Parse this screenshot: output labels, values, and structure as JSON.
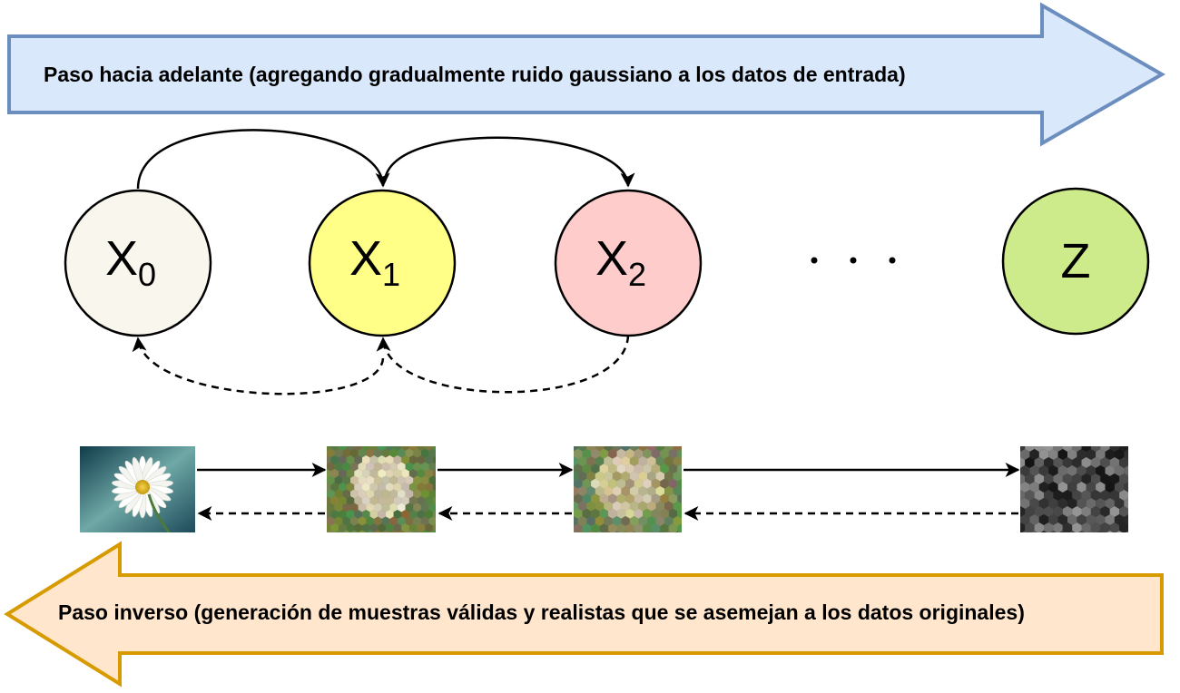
{
  "forward_banner": {
    "text": "Paso hacia adelante (agregando gradualmente ruido gaussiano a los datos de entrada)",
    "fill_color": "#dae8fc",
    "stroke_color": "#6c8ebf"
  },
  "reverse_banner": {
    "text": "Paso inverso (generación de muestras válidas y realistas que se asemejan a los datos originales)",
    "fill_color": "#ffe6cc",
    "stroke_color": "#d79b00"
  },
  "nodes": [
    {
      "id": "x0",
      "base": "X",
      "sub": "0",
      "fill": "#f9f7ed"
    },
    {
      "id": "x1",
      "base": "X",
      "sub": "1",
      "fill": "#ffff88"
    },
    {
      "id": "x2",
      "base": "X",
      "sub": "2",
      "fill": "#ffcccc"
    },
    {
      "id": "z",
      "base": "Z",
      "sub": "",
      "fill": "#cdeb8b"
    }
  ],
  "images": [
    {
      "id": "daisy-original",
      "kind": "daisy"
    },
    {
      "id": "daisy-noisy-1",
      "kind": "noisy-1"
    },
    {
      "id": "daisy-noisy-2",
      "kind": "noisy-2"
    },
    {
      "id": "pure-noise",
      "kind": "noise"
    }
  ]
}
